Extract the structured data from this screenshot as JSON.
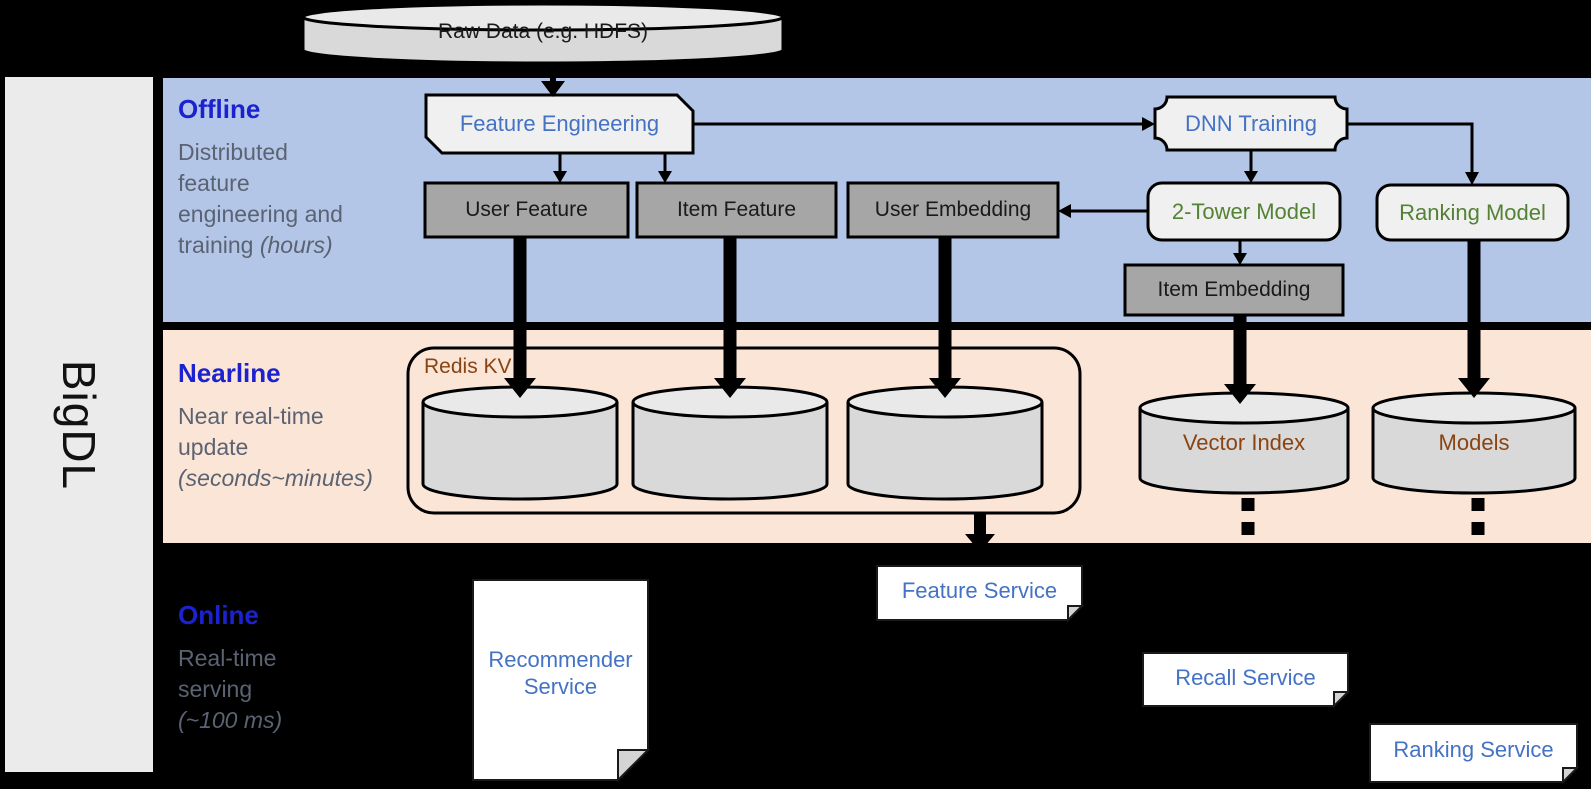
{
  "sidebar": {
    "title": "BigDL"
  },
  "nodes": {
    "raw_data": "Raw Data (e.g. HDFS)",
    "feature_engineering": "Feature Engineering",
    "dnn_training": "DNN Training",
    "user_feature": "User Feature",
    "item_feature": "Item Feature",
    "user_embedding": "User Embedding",
    "two_tower_model": "2-Tower Model",
    "ranking_model": "Ranking Model",
    "item_embedding": "Item Embedding",
    "redis_kv": "Redis KV",
    "vector_index": "Vector Index",
    "models": "Models",
    "recommender_service": "Recommender Service",
    "feature_service": "Feature Service",
    "recall_service": "Recall Service",
    "ranking_service": "Ranking Service"
  },
  "sections": {
    "offline": {
      "label": "Offline",
      "desc_lines": [
        "Distributed",
        "feature",
        "engineering and"
      ],
      "desc_plain": "training",
      "desc_italic": "(hours)"
    },
    "nearline": {
      "label": "Nearline",
      "desc_lines": [
        "Near real-time",
        "update"
      ],
      "desc_italic": "(seconds~minutes)"
    },
    "online": {
      "label": "Online",
      "desc_lines": [
        "Real-time",
        "serving"
      ],
      "desc_italic": "(~100 ms)"
    }
  },
  "colors": {
    "band_offline": "#b3c6e7",
    "band_nearline": "#fbe5d6",
    "box_dark": "#a6a6a6",
    "box_light": "#f0f0f0",
    "cylinder": "#d9d9d9",
    "accent_blue": "#4472c4",
    "header_blue": "#1c22cf",
    "model_green": "#548235",
    "storage_brown": "#8a4412",
    "desc_gray": "#5b6372"
  }
}
